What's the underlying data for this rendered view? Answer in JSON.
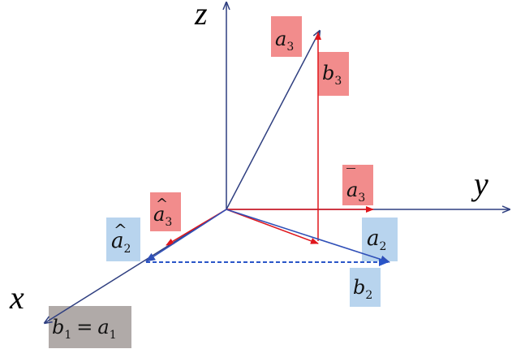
{
  "colors": {
    "axis": "#2f3f80",
    "red": "#e0161c",
    "blue_vec": "#3050b8",
    "dashed": "#2a55c8",
    "pink_box": "#f28c8c",
    "blue_box": "#b8d4ee",
    "gray_box": "#b0aaa8"
  },
  "axes": {
    "x": "x",
    "y": "y",
    "z": "z"
  },
  "labels": {
    "a3": {
      "base": "a",
      "sub": "3"
    },
    "b3": {
      "base": "b",
      "sub": "3"
    },
    "a3_bar": {
      "base": "a",
      "sub": "3",
      "accent": "‾"
    },
    "a3_hat": {
      "base": "a",
      "sub": "3",
      "accent": "^"
    },
    "a2_hat": {
      "base": "a",
      "sub": "2",
      "accent": "^"
    },
    "a2": {
      "base": "a",
      "sub": "2"
    },
    "b2": {
      "base": "b",
      "sub": "2"
    },
    "b1_eq_a1": {
      "left_base": "b",
      "left_sub": "1",
      "op": "=",
      "right_base": "a",
      "right_sub": "1"
    }
  }
}
